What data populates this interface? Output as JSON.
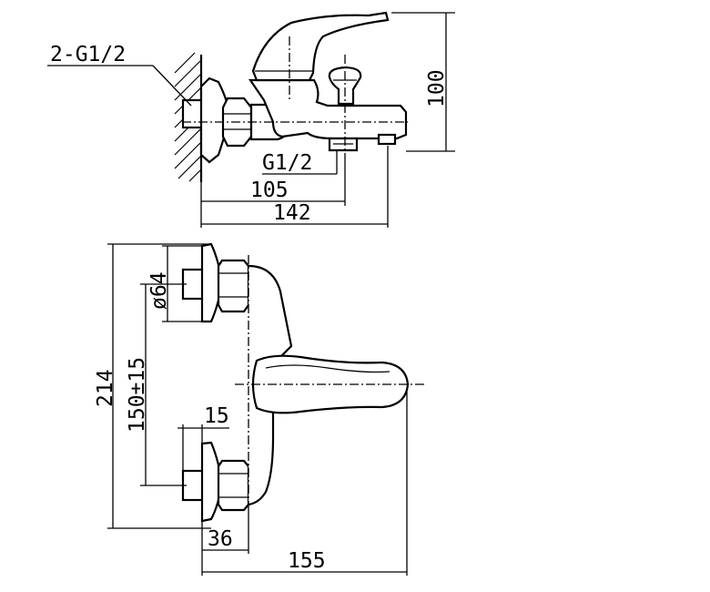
{
  "labels": {
    "inlet_thread": "2-G1/2",
    "outlet_thread": "G1/2",
    "height": "100",
    "outlet_distance": "105",
    "total_length": "142",
    "diameter": "ø64",
    "overall_height": "214",
    "center_distance": "150±15",
    "nut_width": "15",
    "projection": "36",
    "total_depth": "155"
  }
}
